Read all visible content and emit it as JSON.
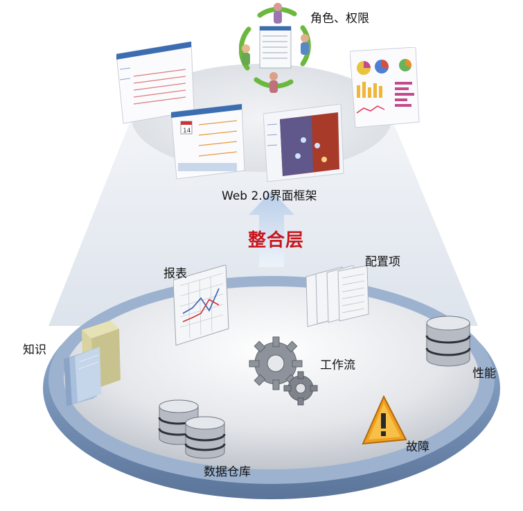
{
  "top": {
    "roles_label": "角色、权限",
    "framework_label": "Web 2.0界面框架"
  },
  "middle": {
    "layer_title": "整合层"
  },
  "base": {
    "items": {
      "report": "报表",
      "config": "配置项",
      "knowledge": "知识",
      "workflow": "工作流",
      "performance": "性能",
      "fault": "故障",
      "warehouse": "数据仓库"
    }
  },
  "colors": {
    "layer_title": "#c8161d",
    "rim": "#7d98bd",
    "beam": "#dfe5ee",
    "arrow": "#c9d9ee",
    "cycle": "#6cb83e",
    "warning": "#f0a020"
  },
  "icons": [
    "cycle-arrows-icon",
    "person-icon",
    "up-arrow-icon",
    "report-chart-icon",
    "documents-icon",
    "books-icon",
    "gears-icon",
    "database-icon",
    "warning-icon"
  ]
}
